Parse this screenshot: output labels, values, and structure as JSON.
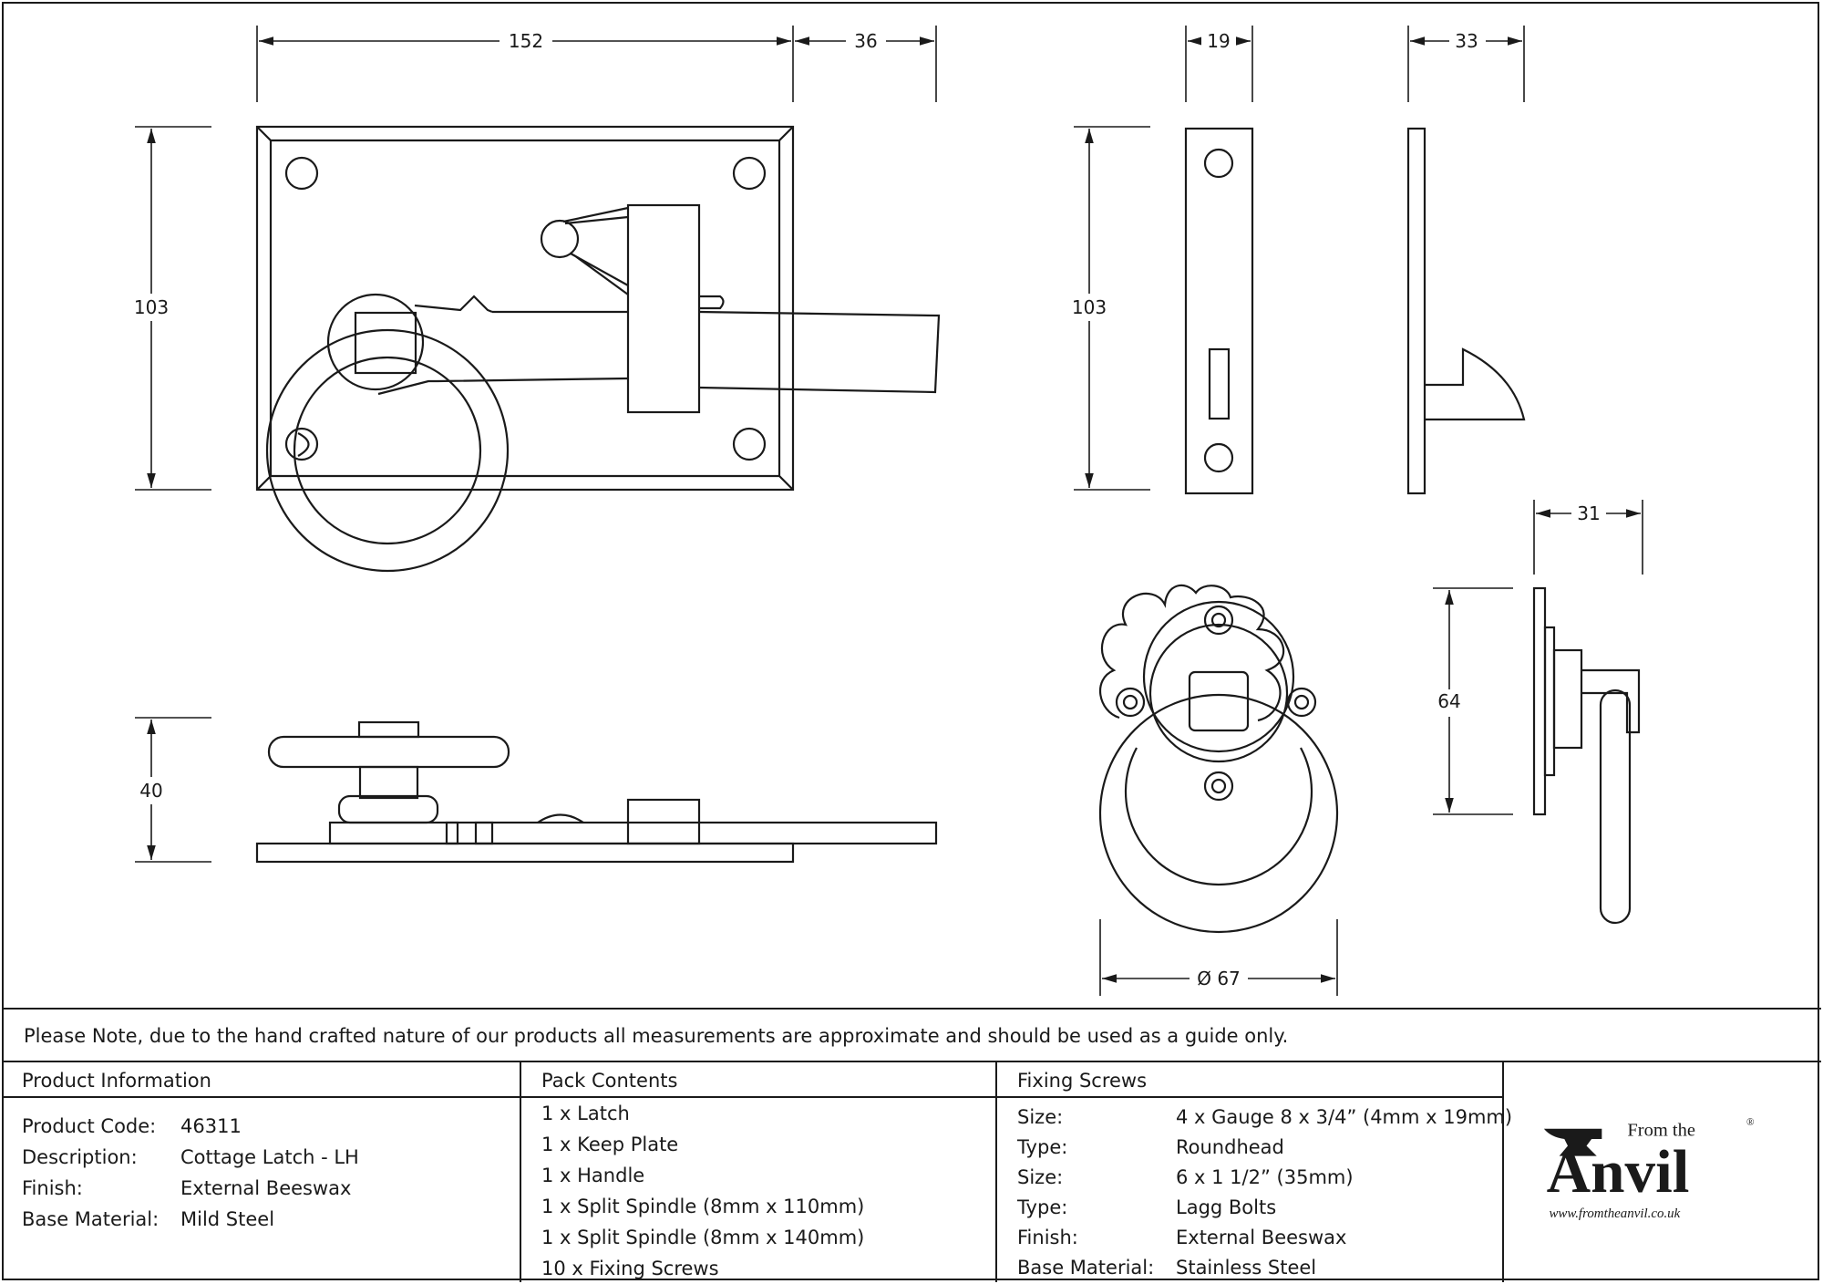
{
  "dimensions": {
    "w152": "152",
    "w36": "36",
    "w19": "19",
    "w33": "33",
    "h103a": "103",
    "h103b": "103",
    "w31": "31",
    "h40": "40",
    "h64": "64",
    "d67": "Ø 67"
  },
  "note": "Please Note, due to the hand crafted nature of our products all measurements are approximate and should be used as a guide only.",
  "product_information": {
    "heading": "Product Information",
    "rows": [
      {
        "label": "Product Code:",
        "value": "46311"
      },
      {
        "label": "Description:",
        "value": "Cottage Latch - LH"
      },
      {
        "label": "Finish:",
        "value": "External Beeswax"
      },
      {
        "label": "Base Material:",
        "value": "Mild Steel"
      }
    ]
  },
  "pack_contents": {
    "heading": "Pack Contents",
    "items": [
      "1 x Latch",
      "1 x Keep Plate",
      "1 x Handle",
      "1 x Split Spindle (8mm x 110mm)",
      "1 x Split Spindle (8mm x 140mm)",
      "10 x Fixing Screws"
    ]
  },
  "fixing_screws": {
    "heading": "Fixing Screws",
    "rows": [
      {
        "label": "Size:",
        "value": "4 x Gauge 8 x 3/4” (4mm x 19mm)"
      },
      {
        "label": "Type:",
        "value": "Roundhead"
      },
      {
        "label": "Size:",
        "value": "6 x 1 1/2” (35mm)"
      },
      {
        "label": "Type:",
        "value": "Lagg Bolts"
      },
      {
        "label": "Finish:",
        "value": "External Beeswax"
      },
      {
        "label": "Base Material:",
        "value": "Stainless Steel"
      }
    ]
  },
  "logo": {
    "from_the": "From the",
    "brand": "Anvil",
    "registered": "®",
    "url": "www.fromtheanvil.co.uk"
  }
}
